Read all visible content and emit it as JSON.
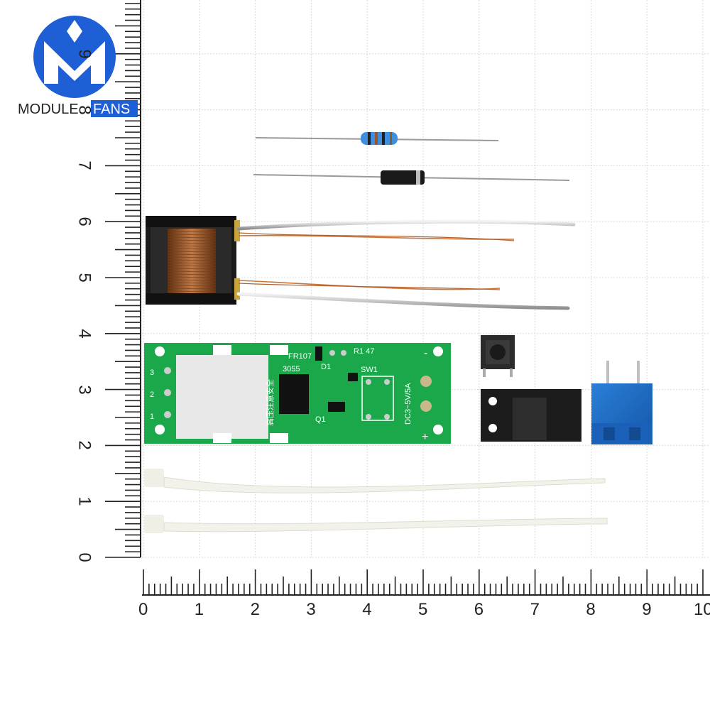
{
  "logo": {
    "left_word": "MODULE",
    "right_word": "FANS",
    "colors": {
      "blue": "#1f5fd6",
      "text": "#222222",
      "fans_bg": "#1f5fd6"
    }
  },
  "ruler": {
    "bottom_labels": [
      "0",
      "1",
      "2",
      "3",
      "4",
      "5",
      "6",
      "7",
      "8",
      "9",
      "10"
    ],
    "left_labels": [
      "0",
      "1",
      "2",
      "3",
      "4",
      "5",
      "6",
      "7",
      "8",
      "9"
    ]
  },
  "board": {
    "color": "#1aa84a",
    "silk": {
      "pins": [
        "3",
        "2",
        "1"
      ],
      "fr": "FR107",
      "d1": "D1",
      "r1": "R1 47",
      "sw1": "SW1",
      "mos": "3055",
      "q1": "Q1",
      "warning": "高压注意安全",
      "dc": "DC3~5V/5A",
      "plus": "+",
      "minus": "-"
    }
  }
}
